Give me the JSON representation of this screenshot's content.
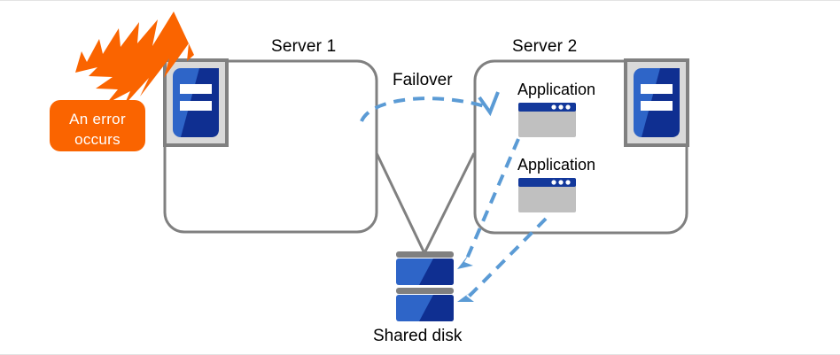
{
  "diagram": {
    "title_labels": {
      "server1": "Server 1",
      "server2": "Server 2",
      "failover": "Failover",
      "shared_disk": "Shared disk"
    },
    "error_callout": {
      "line1": "An error",
      "line2": "occurs",
      "color": "#f96d00",
      "fill": "#fa6400"
    },
    "server1": {
      "name": "Server 1",
      "apps": []
    },
    "server2": {
      "name": "Server 2",
      "apps": [
        {
          "label": "Application"
        },
        {
          "label": "Application"
        }
      ]
    },
    "shared_disk": {
      "label": "Shared disk",
      "platters": 2
    },
    "colors": {
      "box_border": "#808080",
      "server_icon_frame": "#808080",
      "server_icon_bg": "#d9d9d9",
      "server_blue_light": "#2e65c8",
      "server_blue_dark": "#0f2f91",
      "app_titlebar": "#13389b",
      "app_body": "#c0c0c0",
      "arrow_blue": "#5b9bd5",
      "disk_blue_light": "#2e65c8",
      "disk_blue_dark": "#0f2f91",
      "disk_gray": "#808080",
      "error_orange": "#fa6400",
      "text": "#000000"
    }
  }
}
